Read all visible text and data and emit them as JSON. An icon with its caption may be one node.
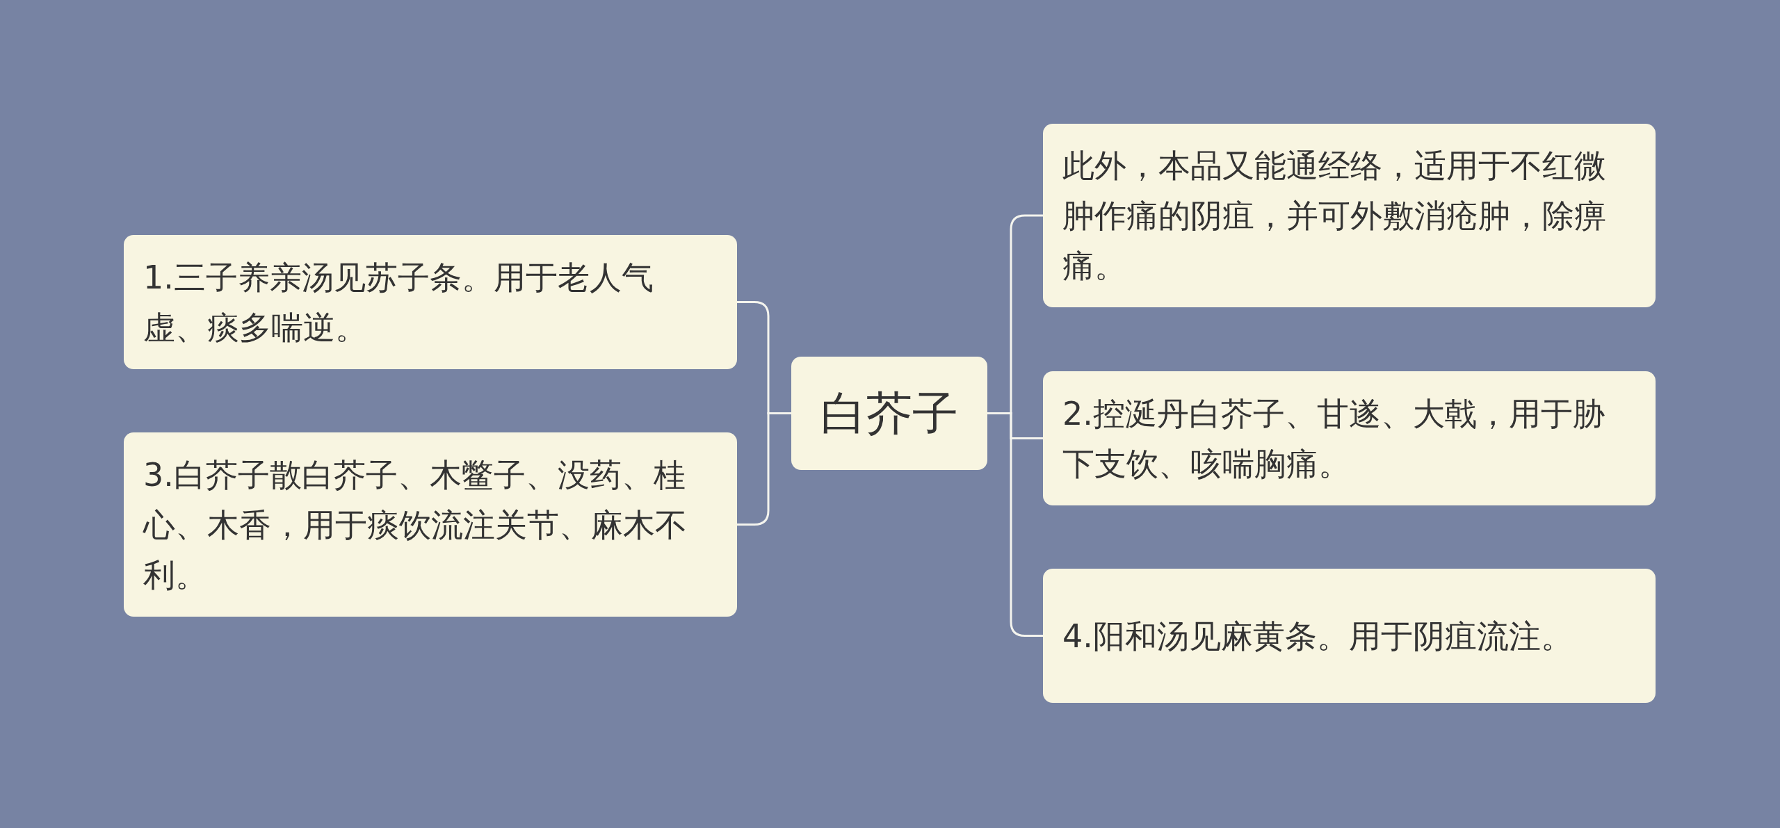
{
  "diagram": {
    "nodes": [
      {
        "text": [
          "白芥子"
        ]
      },
      {
        "text": [
          "1.三子养亲汤见苏子条。用于老人气虚、痰多喘逆。"
        ]
      },
      {
        "text": [
          "3.白芥子散白芥子、木鳖子、没药、桂心、木香，用于痰饮流注关节、麻木不利。"
        ]
      },
      {
        "text": [
          "此外，本品又能通经络，适用于不红微肿作痛的阴疽，并可外敷消疮肿，除痹痛。"
        ]
      },
      {
        "text": [
          "2.控涎丹白芥子、甘遂、大戟，用于胁下支饮、咳喘胸痛。"
        ]
      },
      {
        "text": [
          "4.阳和汤见麻黄条。用于阴疽流注。"
        ]
      }
    ],
    "edges": [
      {
        "from": 0,
        "to": 1,
        "arrow": "none"
      },
      {
        "from": 0,
        "to": 2,
        "arrow": "none"
      },
      {
        "from": 0,
        "to": 3,
        "arrow": "none"
      },
      {
        "from": 0,
        "to": 4,
        "arrow": "none"
      },
      {
        "from": 0,
        "to": 5,
        "arrow": "none"
      }
    ]
  }
}
